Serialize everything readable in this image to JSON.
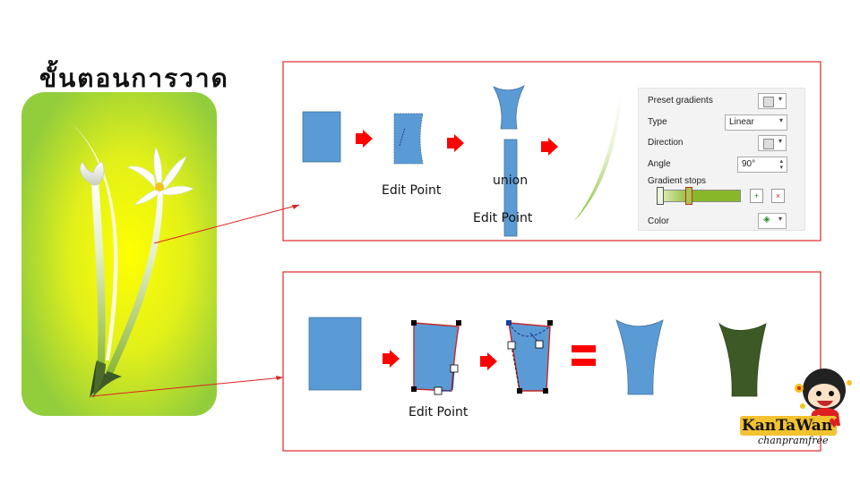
{
  "title": "ขั้นตอนการวาด",
  "labels": {
    "edit_point_top_1": "Edit Point",
    "union": "union",
    "edit_point_top_2": "Edit Point",
    "edit_point_bottom": "Edit Point"
  },
  "format_panel": {
    "preset_gradients": "Preset gradients",
    "type_label": "Type",
    "type_value": "Linear",
    "direction_label": "Direction",
    "angle_label": "Angle",
    "angle_value": "90°",
    "gradient_stops": "Gradient stops",
    "color_label": "Color"
  },
  "logo": {
    "name": "KanTaWan",
    "tagline": "chanpramfree"
  },
  "colors": {
    "shape_blue": "#5b9bd5",
    "arrow_red": "#ff0000",
    "frame_red": "#dc2828",
    "leaf_dark_green": "#3d5a26",
    "stem_green": "#8cbf34"
  }
}
